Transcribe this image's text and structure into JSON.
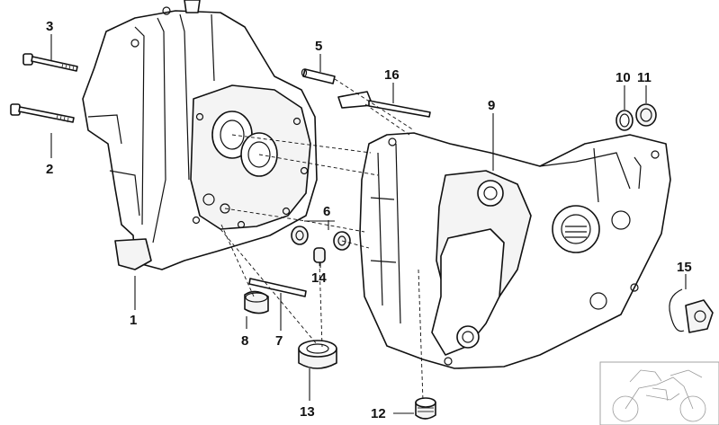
{
  "callouts": {
    "c1": "1",
    "c2": "2",
    "c3": "3",
    "c5": "5",
    "c6": "6",
    "c7": "7",
    "c8": "8",
    "c9": "9",
    "c10": "10",
    "c11": "11",
    "c12": "12",
    "c13": "13",
    "c14": "14",
    "c15": "15",
    "c16": "16"
  }
}
